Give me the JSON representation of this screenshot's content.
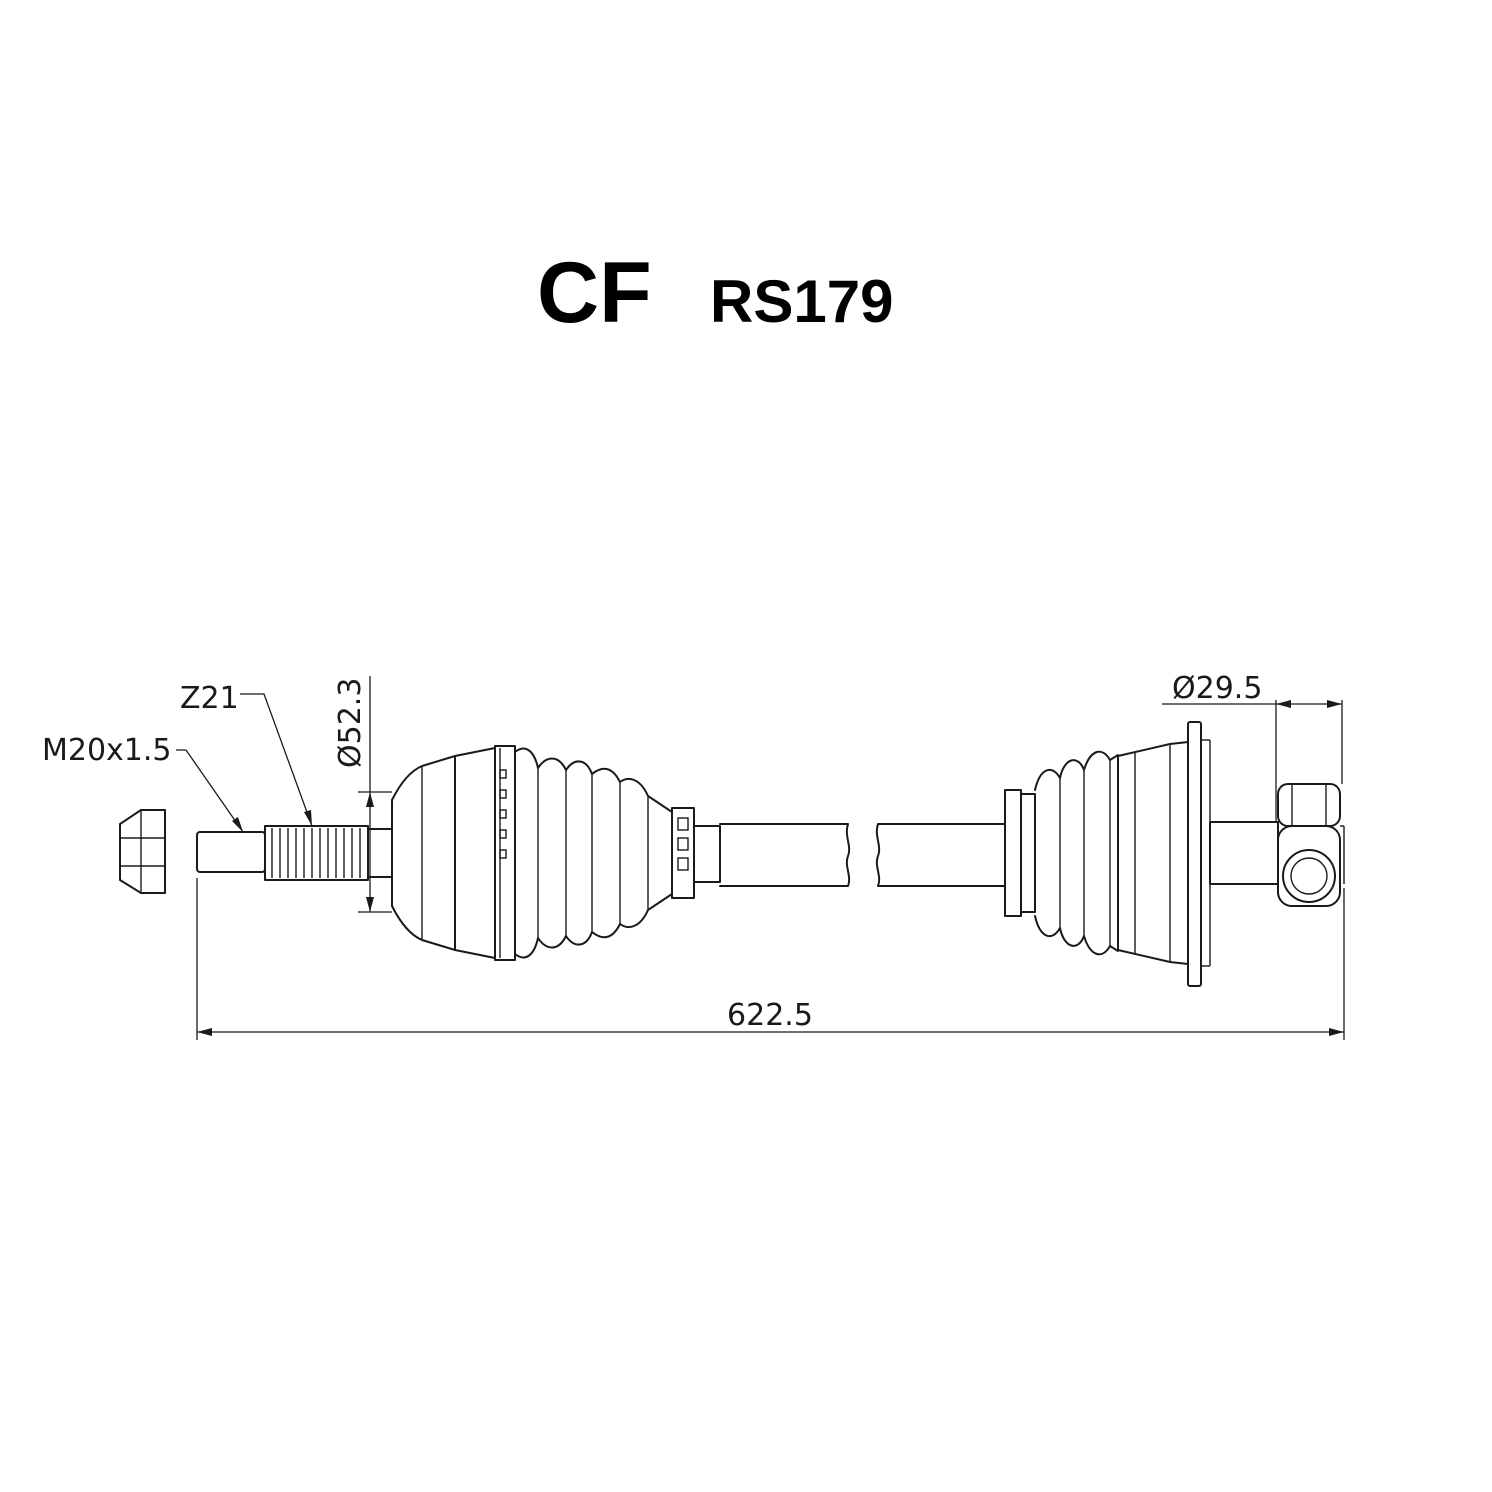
{
  "title": {
    "brand": "CF",
    "part_number": "RS179"
  },
  "dimensions": {
    "thread": "M20x1.5",
    "spline": "Z21",
    "outer_joint_diameter": "Ø52.3",
    "inner_shaft_diameter": "Ø29.5",
    "overall_length": "622.5"
  }
}
